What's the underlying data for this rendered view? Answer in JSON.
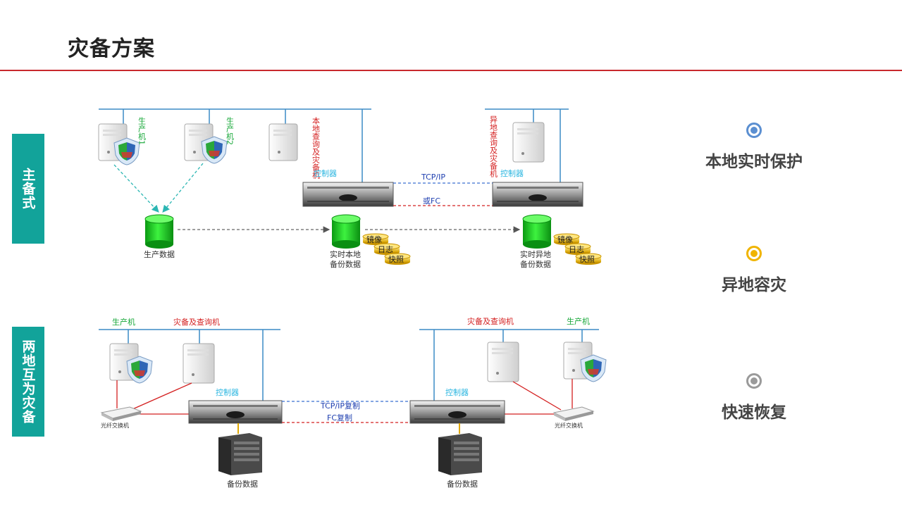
{
  "page": {
    "title": "灾备方案"
  },
  "side_tabs": {
    "top": "主备式",
    "bottom": "两地互为灾备"
  },
  "features": [
    {
      "label": "本地实时保护",
      "color": "#5b8fd1"
    },
    {
      "label": "异地容灾",
      "color": "#f0b400"
    },
    {
      "label": "快速恢复",
      "color": "#9a9a9a"
    }
  ],
  "top_diagram": {
    "prod_host_1": "生产机1",
    "prod_host_2": "生产机2",
    "local_query_host": "本地查询及灾备机",
    "remote_query_host": "异地查询及灾备机",
    "controller_left": "控制器",
    "controller_right": "控制器",
    "link_tcp": "TCP/IP",
    "link_fc": "或FC",
    "prod_data": "生产数据",
    "local_backup_line1": "实时本地",
    "local_backup_line2": "备份数据",
    "remote_backup_line1": "实时异地",
    "remote_backup_line2": "备份数据",
    "stack_labels": [
      "镜像",
      "日志",
      "快照"
    ]
  },
  "bottom_diagram": {
    "prod_host_left": "生产机",
    "query_host_left": "灾备及查询机",
    "query_host_right": "灾备及查询机",
    "prod_host_right": "生产机",
    "controller_left": "控制器",
    "controller_right": "控制器",
    "link_tcp": "TCP/IP复制",
    "link_fc": "FC复制",
    "switch_left": "光纤交换机",
    "switch_right": "光纤交换机",
    "backup_left": "备份数据",
    "backup_right": "备份数据"
  }
}
